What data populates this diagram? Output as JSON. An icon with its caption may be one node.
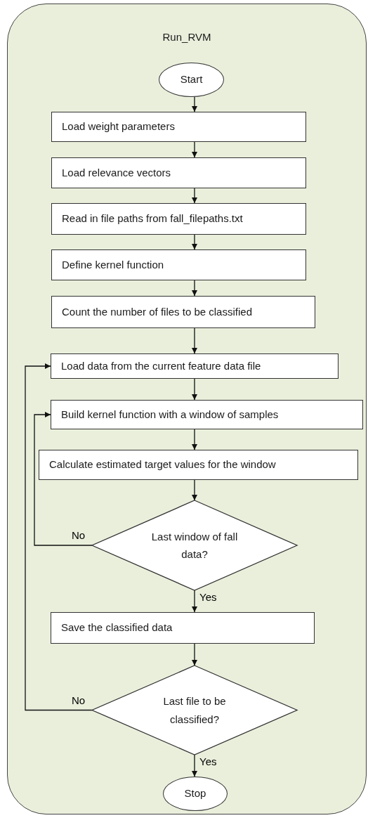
{
  "diagram": {
    "nodes": [
      {
        "text": [
          "Run_RVM"
        ]
      },
      {
        "text": [
          "Start"
        ],
        "in": 0
      },
      {
        "text": [
          "Load weight parameters"
        ],
        "in": 0
      },
      {
        "text": [
          "Load relevance vectors"
        ],
        "in": 0
      },
      {
        "text": [
          "Read in file paths from fall_filepaths.txt"
        ],
        "in": 0
      },
      {
        "text": [
          "Define kernel function"
        ],
        "in": 0
      },
      {
        "text": [
          "Count the number of files to be classified"
        ],
        "in": 0
      },
      {
        "text": [
          "Load data from the current feature data file"
        ],
        "in": 0
      },
      {
        "text": [
          "Build kernel function with a window of samples"
        ],
        "in": 0
      },
      {
        "text": [
          "Calculate estimated target values for the window"
        ],
        "in": 0
      },
      {
        "text": [
          "Last window of fall data?"
        ],
        "in": 0
      },
      {
        "text": [
          "Save the classified data"
        ],
        "in": 0
      },
      {
        "text": [
          "Last file to be classified?"
        ],
        "in": 0
      },
      {
        "text": [
          "Stop"
        ],
        "in": 0
      }
    ],
    "edges": [
      {
        "from": 1,
        "to": 2,
        "arrow": "to"
      },
      {
        "from": 2,
        "to": 3,
        "arrow": "to"
      },
      {
        "from": 3,
        "to": 4,
        "arrow": "to"
      },
      {
        "from": 4,
        "to": 5,
        "arrow": "to"
      },
      {
        "from": 5,
        "to": 6,
        "arrow": "to"
      },
      {
        "from": 6,
        "to": 7,
        "arrow": "to"
      },
      {
        "from": 7,
        "to": 8,
        "arrow": "to"
      },
      {
        "from": 8,
        "to": 9,
        "arrow": "to"
      },
      {
        "from": 9,
        "to": 10,
        "arrow": "to"
      },
      {
        "from": 10,
        "to": 8,
        "label": "No",
        "arrow": "to"
      },
      {
        "from": 10,
        "to": 11,
        "label": "Yes",
        "arrow": "to"
      },
      {
        "from": 11,
        "to": 12,
        "arrow": "to"
      },
      {
        "from": 12,
        "to": 7,
        "label": "No",
        "arrow": "to"
      },
      {
        "from": 12,
        "to": 13,
        "label": "Yes",
        "arrow": "to"
      }
    ]
  }
}
